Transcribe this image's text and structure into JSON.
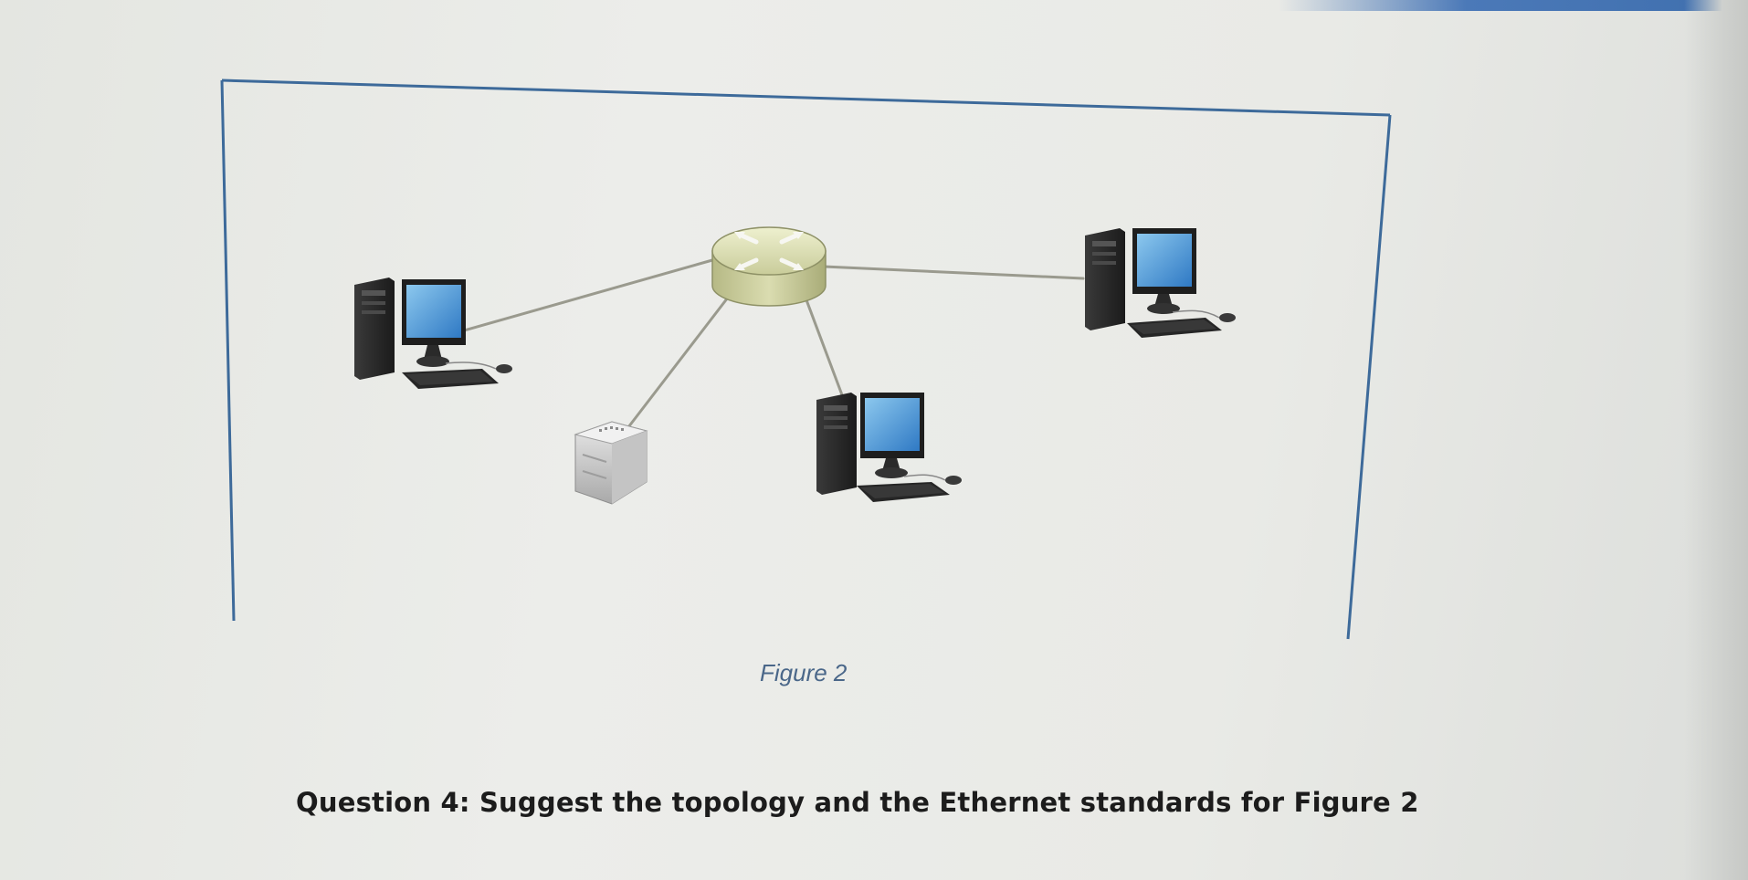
{
  "figure": {
    "caption": "Figure 2",
    "devices": [
      {
        "kind": "router",
        "icon": "router-icon"
      },
      {
        "kind": "workstation",
        "icon": "desktop-computer-icon"
      },
      {
        "kind": "workstation",
        "icon": "desktop-computer-icon"
      },
      {
        "kind": "workstation",
        "icon": "desktop-computer-icon"
      },
      {
        "kind": "printer",
        "icon": "printer-icon"
      }
    ],
    "border_color": "#3d6a9a",
    "link_color": "#9a9a8e"
  },
  "question": {
    "text": "Question 4: Suggest the topology and the Ethernet standards for Figure 2"
  }
}
